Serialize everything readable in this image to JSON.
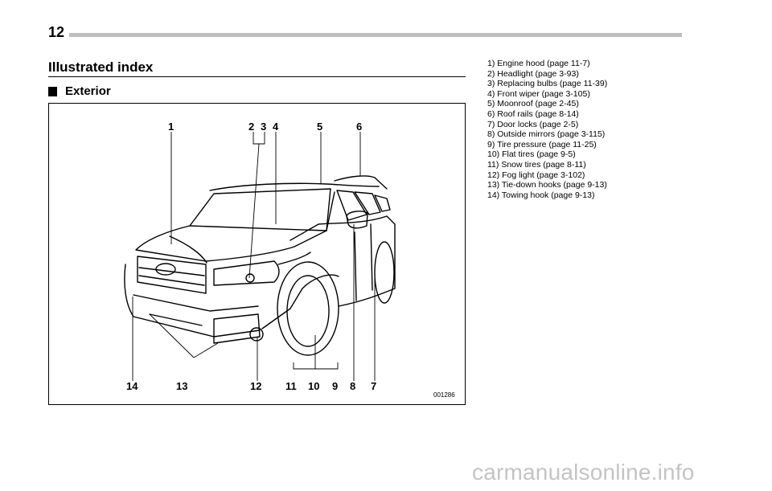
{
  "page_number": "12",
  "section_title": "Illustrated index",
  "subsection_title": "Exterior",
  "figure": {
    "id": "001286",
    "callouts": [
      "1",
      "2",
      "3",
      "4",
      "5",
      "6",
      "7",
      "8",
      "9",
      "10",
      "11",
      "12",
      "13",
      "14"
    ]
  },
  "legend": [
    "1) Engine hood (page 11-7)",
    "2) Headlight (page 3-93)",
    "3) Replacing bulbs (page 11-39)",
    "4) Front wiper (page 3-105)",
    "5) Moonroof (page 2-45)",
    "6) Roof rails (page 8-14)",
    "7) Door locks (page 2-5)",
    "8) Outside mirrors (page 3-115)",
    "9) Tire pressure (page 11-25)",
    "10) Flat tires (page 9-5)",
    "11) Snow tires (page 8-11)",
    "12) Fog light (page 3-102)",
    "13) Tie-down hooks (page 9-13)",
    "14) Towing hook (page 9-13)"
  ],
  "watermark": "carmanualsonline.info"
}
